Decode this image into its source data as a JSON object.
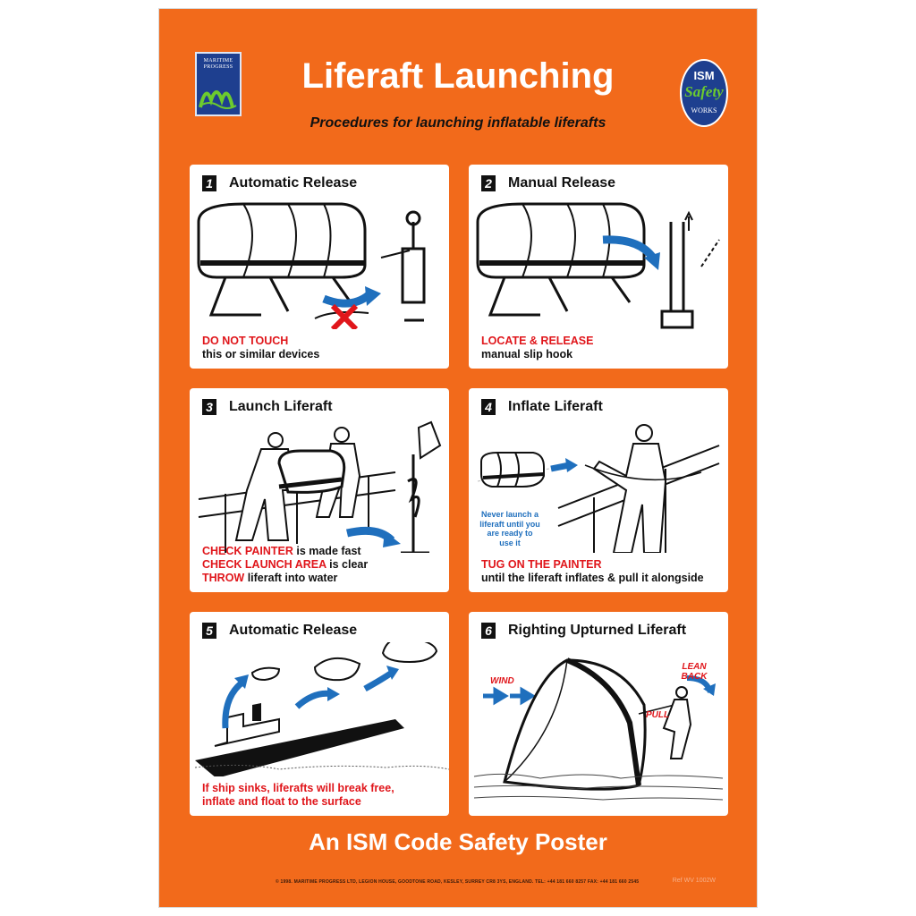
{
  "poster": {
    "title": "Liferaft Launching",
    "subtitle": "Procedures for launching inflatable liferafts",
    "footer_title": "An ISM Code Safety Poster",
    "copyright": "© 1998. MARITIME PROGRESS LTD, LEGION HOUSE, GOODTONE ROAD, KESLEY, SURREY CR8 3YS, ENGLAND. TEL: +44 181 660 8257 FAX: +44 181 660 2545",
    "ref": "Ref WV 1002W"
  },
  "logos": {
    "maritime_progress": {
      "text": "MARITIME PROGRESS"
    },
    "ism": {
      "ism": "ISM",
      "safety": "Safety",
      "works": "WORKS"
    }
  },
  "panels": [
    {
      "number": "1",
      "title": "Automatic Release",
      "caption_red": "DO NOT TOUCH",
      "caption_rest": "this or similar devices"
    },
    {
      "number": "2",
      "title": "Manual Release",
      "caption_red": "LOCATE & RELEASE",
      "caption_rest": "manual slip hook"
    },
    {
      "number": "3",
      "title": "Launch Liferaft",
      "lines": [
        {
          "red": "CHECK PAINTER",
          "rest": "is made fast"
        },
        {
          "red": "CHECK LAUNCH AREA",
          "rest": "is clear"
        },
        {
          "red": "THROW",
          "rest": "liferaft into water"
        }
      ]
    },
    {
      "number": "4",
      "title": "Inflate Liferaft",
      "note": "Never launch a liferaft until you are ready to use it",
      "caption_red": "TUG ON THE PAINTER",
      "caption_rest": "until the liferaft inflates & pull it alongside"
    },
    {
      "number": "5",
      "title": "Automatic Release",
      "caption_red": "If ship sinks, liferafts will break free, inflate and float to the surface"
    },
    {
      "number": "6",
      "title": "Righting Upturned Liferaft",
      "labels": {
        "wind": "WIND",
        "pull": "PULL",
        "lean_back": "LEAN BACK"
      }
    }
  ],
  "colors": {
    "background": "#f26a1b",
    "accent_red": "#e0161b",
    "arrow_blue": "#1f6fbd",
    "logo_blue": "#1e3f8f"
  }
}
